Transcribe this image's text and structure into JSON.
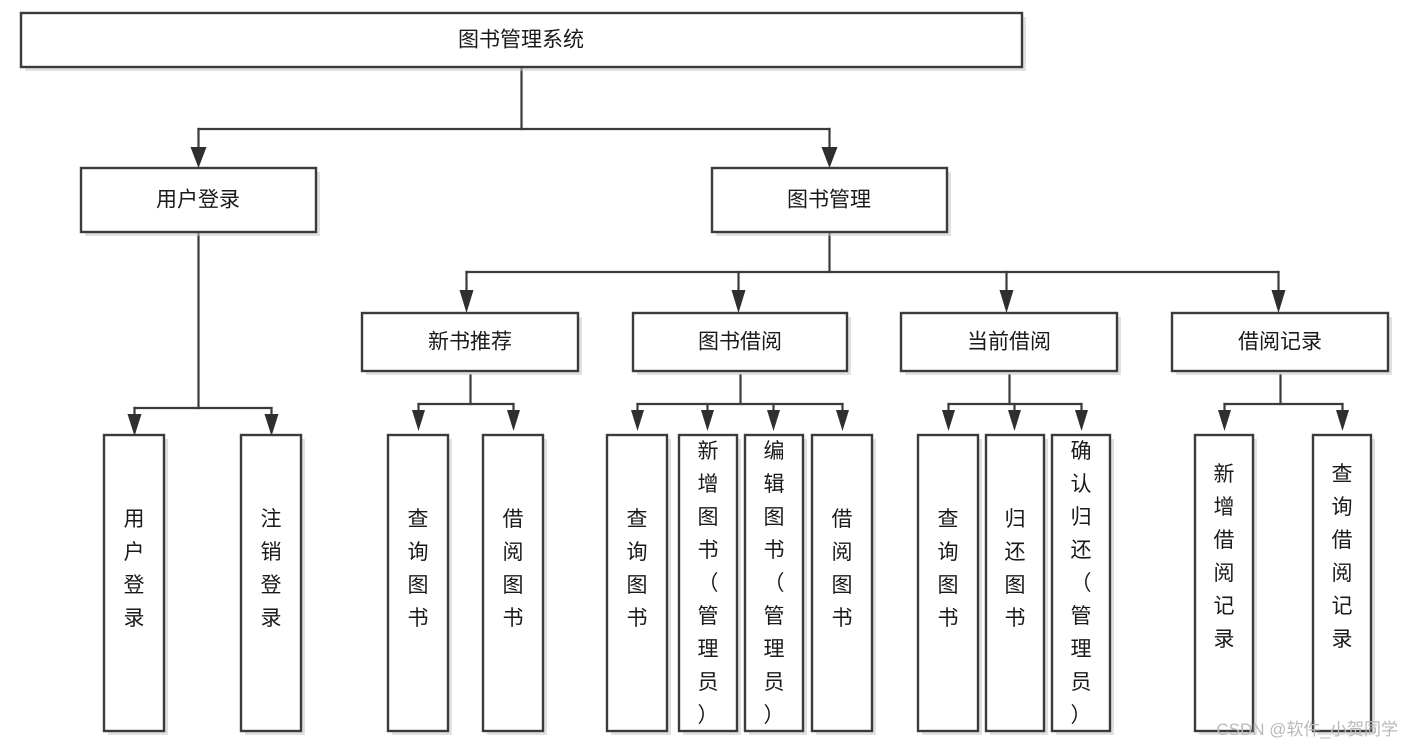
{
  "diagram": {
    "type": "hierarchy-tree",
    "orientation": "top-down",
    "root": {
      "id": "root",
      "label": "图书管理系统",
      "text_orientation": "horizontal"
    },
    "level2": [
      {
        "id": "user-login",
        "label": "用户登录",
        "text_orientation": "horizontal"
      },
      {
        "id": "book-management",
        "label": "图书管理",
        "text_orientation": "horizontal"
      }
    ],
    "level3": [
      {
        "id": "new-book-recommend",
        "label": "新书推荐",
        "parent": "book-management",
        "text_orientation": "horizontal"
      },
      {
        "id": "book-borrow",
        "label": "图书借阅",
        "parent": "book-management",
        "text_orientation": "horizontal"
      },
      {
        "id": "current-borrow",
        "label": "当前借阅",
        "parent": "book-management",
        "text_orientation": "horizontal"
      },
      {
        "id": "borrow-record",
        "label": "借阅记录",
        "parent": "book-management",
        "text_orientation": "horizontal"
      }
    ],
    "leaves": [
      {
        "id": "leaf-user-login",
        "label": "用户登录",
        "parent": "user-login",
        "text_orientation": "vertical"
      },
      {
        "id": "leaf-user-logout",
        "label": "注销登录",
        "parent": "user-login",
        "text_orientation": "vertical"
      },
      {
        "id": "leaf-query-book-1",
        "label": "查询图书",
        "parent": "new-book-recommend",
        "text_orientation": "vertical"
      },
      {
        "id": "leaf-borrow-book-1",
        "label": "借阅图书",
        "parent": "new-book-recommend",
        "text_orientation": "vertical"
      },
      {
        "id": "leaf-query-book-2",
        "label": "查询图书",
        "parent": "book-borrow",
        "text_orientation": "vertical"
      },
      {
        "id": "leaf-add-book",
        "label": "新增图书（管理员）",
        "parent": "book-borrow",
        "text_orientation": "vertical"
      },
      {
        "id": "leaf-edit-book",
        "label": "编辑图书（管理员）",
        "parent": "book-borrow",
        "text_orientation": "vertical"
      },
      {
        "id": "leaf-borrow-book-2",
        "label": "借阅图书",
        "parent": "book-borrow",
        "text_orientation": "vertical"
      },
      {
        "id": "leaf-query-book-3",
        "label": "查询图书",
        "parent": "current-borrow",
        "text_orientation": "vertical"
      },
      {
        "id": "leaf-return-book",
        "label": "归还图书",
        "parent": "current-borrow",
        "text_orientation": "vertical"
      },
      {
        "id": "leaf-confirm-return",
        "label": "确认归还（管理员）",
        "parent": "current-borrow",
        "text_orientation": "vertical"
      },
      {
        "id": "leaf-add-record",
        "label": "新增借阅记录",
        "parent": "borrow-record",
        "text_orientation": "vertical"
      },
      {
        "id": "leaf-query-record",
        "label": "查询借阅记录",
        "parent": "borrow-record",
        "text_orientation": "vertical"
      }
    ]
  },
  "watermark": {
    "text": "CSDN @软件_小贺同学"
  },
  "colors": {
    "background": "#ffffff",
    "box_fill": "#ffffff",
    "box_stroke": "#3b3b3b",
    "connector": "#3b3b3b",
    "text": "#1a1a1a",
    "watermark": "#b9b9b9"
  }
}
